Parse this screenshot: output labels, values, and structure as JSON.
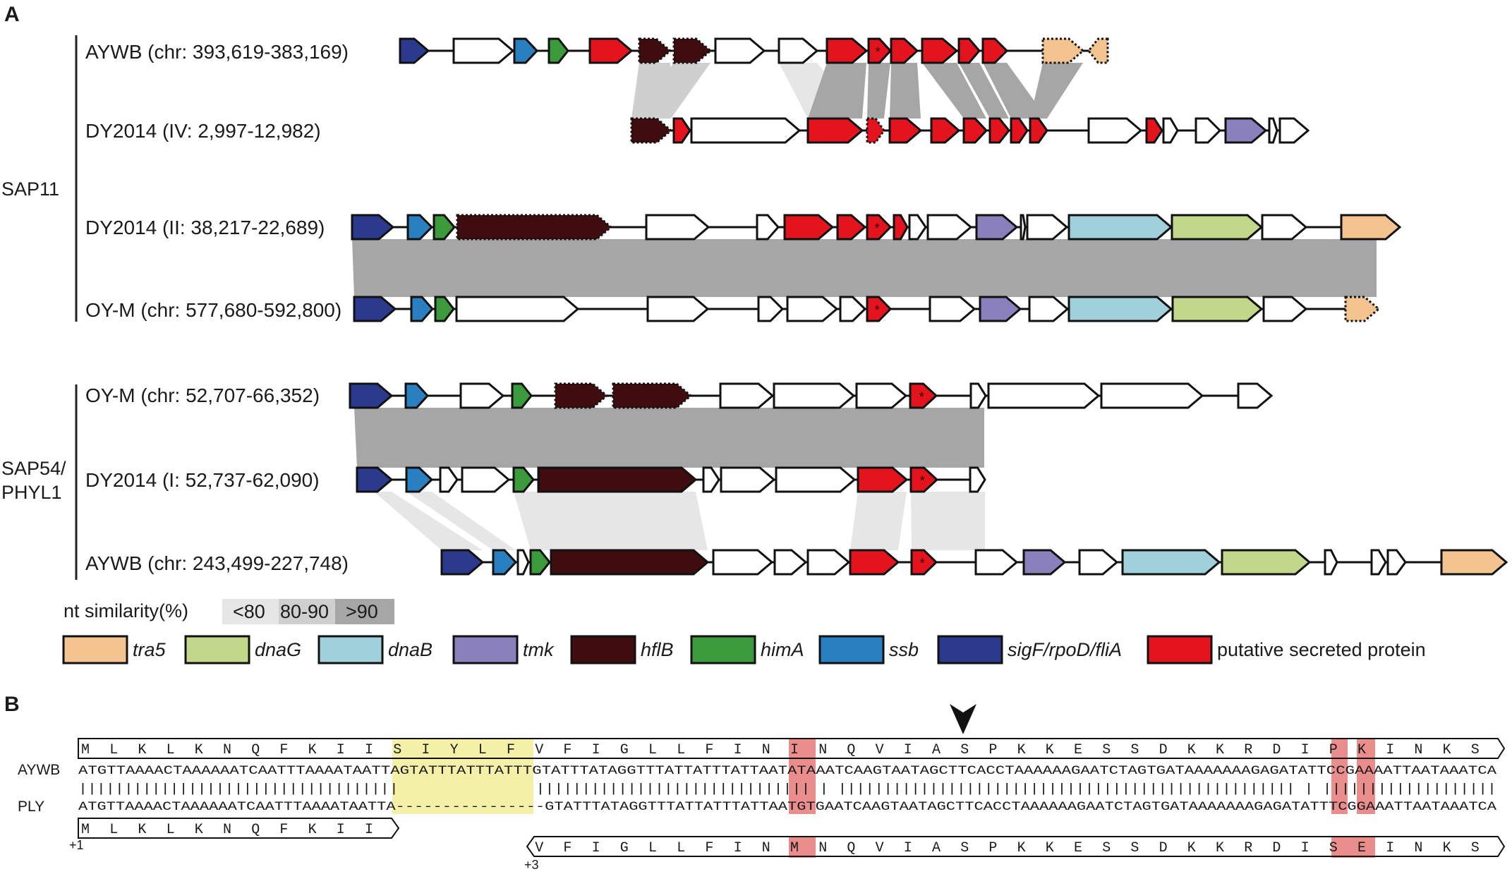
{
  "panels": {
    "a": "A",
    "b": "B"
  },
  "groups": {
    "sap11": "SAP11",
    "sap54_line1": "SAP54/",
    "sap54_line2": "PHYL1"
  },
  "tracks": [
    "AYWB (chr: 393,619-383,169)",
    "DY2014 (IV: 2,997-12,982)",
    "DY2014 (II: 38,217-22,689)",
    "OY-M (chr: 577,680-592,800)",
    "OY-M (chr: 52,707-66,352)",
    "DY2014 (I: 52,737-62,090)",
    "AYWB (chr: 243,499-227,748)"
  ],
  "similarity": {
    "label": "nt similarity(%)",
    "bins": [
      "<80",
      "80-90",
      ">90"
    ],
    "colors": [
      "#e6e6e6",
      "#cfcfcf",
      "#a6a6a6"
    ]
  },
  "legend": [
    {
      "label": "tra5",
      "color": "#f3c48f",
      "italic": true
    },
    {
      "label": "dnaG",
      "color": "#c3d78b",
      "italic": true
    },
    {
      "label": "dnaB",
      "color": "#9fd0dc",
      "italic": true
    },
    {
      "label": "tmk",
      "color": "#8a80bb",
      "italic": true
    },
    {
      "label": "hflB",
      "color": "#3f0d0f",
      "italic": true
    },
    {
      "label": "himA",
      "color": "#3b9a3b",
      "italic": true
    },
    {
      "label": "ssb",
      "color": "#2a7fc0",
      "italic": true
    },
    {
      "label": "sigF/rpoD/fliA",
      "color": "#2c3a8e",
      "italic": true
    },
    {
      "label": "putative secreted protein",
      "color": "#e3141e",
      "italic": false
    }
  ],
  "secreted_marker": "*",
  "alignment": {
    "aa_top": [
      "M",
      "L",
      "K",
      "L",
      "K",
      "N",
      "Q",
      "F",
      "K",
      "I",
      "I",
      "S",
      "I",
      "Y",
      "L",
      "F",
      "V",
      "F",
      "I",
      "G",
      "L",
      "L",
      "F",
      "I",
      "N",
      "I",
      "N",
      "Q",
      "V",
      "I",
      "A",
      "S",
      "P",
      "K",
      "K",
      "E",
      "S",
      "S",
      "D",
      "K",
      "K",
      "R",
      "D",
      "I",
      "P",
      "K",
      "I",
      "N",
      "K",
      "S"
    ],
    "aywb_label": "AYWB",
    "ply_label": "PLY",
    "aywb_seq": "ATGTTAAAACTAAAAAATCAATTTAAAATAATTAGTATTTATTTATTTGTATTTATAGGTTTATTATTTATTAATATAAATCAAGTAATAGCTTCACCTAAAAAAGAATCTAGTGATAAAAAAAGAGATATTCCGAAAATTAATAAATCA",
    "match_bars": "|||||||||||||||||||||||||||||||||||               |||||||||||||||||||||||||||||| | |||||||||||||||||||||||||||||||||||||||||||||||||| | |||||||||||||||||||",
    "ply_seq": "ATGTTAAAACTAAAAAATCAATTTAAAATAATTA----------------GTATTTATAGGTTTATTATTTATTAATGTGAATCAAGTAATAGCTTCACCTAAAAAAGAATCTAGTGATAAAAAAAGAGATATTTCGGAAATTAATAAATCA",
    "aa_frame1": [
      "M",
      "L",
      "K",
      "L",
      "K",
      "N",
      "Q",
      "F",
      "K",
      "I",
      "I"
    ],
    "aa_frame3": [
      "V",
      "F",
      "I",
      "G",
      "L",
      "L",
      "F",
      "I",
      "N",
      "M",
      "N",
      "Q",
      "V",
      "I",
      "A",
      "S",
      "P",
      "K",
      "K",
      "E",
      "S",
      "S",
      "D",
      "K",
      "K",
      "R",
      "D",
      "I",
      "S",
      "E",
      "I",
      "N",
      "K",
      "S"
    ],
    "frame1_label": "+1",
    "frame3_label": "+3"
  }
}
